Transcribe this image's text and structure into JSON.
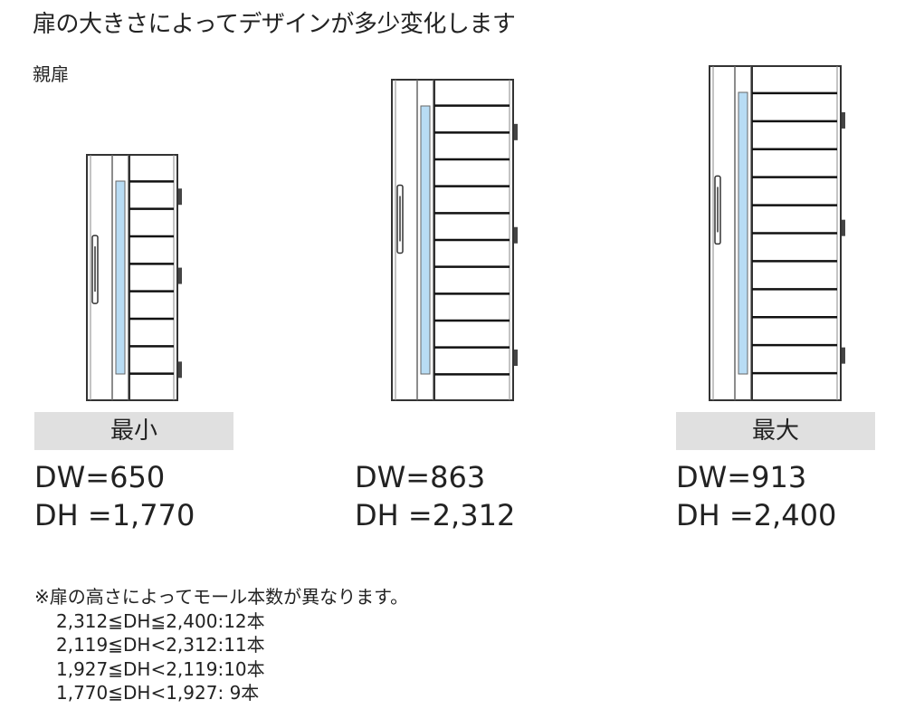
{
  "title": "扉の大きさによってデザインが多少変化します",
  "subtitle": "親扉",
  "doors": [
    {
      "label": "最小",
      "dw": "DW=650",
      "dh": "DH =1,770",
      "mole_count": 9
    },
    {
      "label": "",
      "dw": "DW=863",
      "dh": "DH =2,312",
      "mole_count": 12
    },
    {
      "label": "最大",
      "dw": "DW=913",
      "dh": "DH =2,400",
      "mole_count": 12
    }
  ],
  "notes": {
    "heading": "※扉の高さによってモール本数が異なります。",
    "rows": [
      "2,312≦DH≦2,400:12本",
      "2,119≦DH<2,312:11本",
      "1,927≦DH<2,119:10本",
      "1,770≦DH<1,927: 9本"
    ]
  },
  "colors": {
    "glass": "#b8dcf4",
    "frame": "#333333",
    "label_bg": "#e0e0e0"
  }
}
